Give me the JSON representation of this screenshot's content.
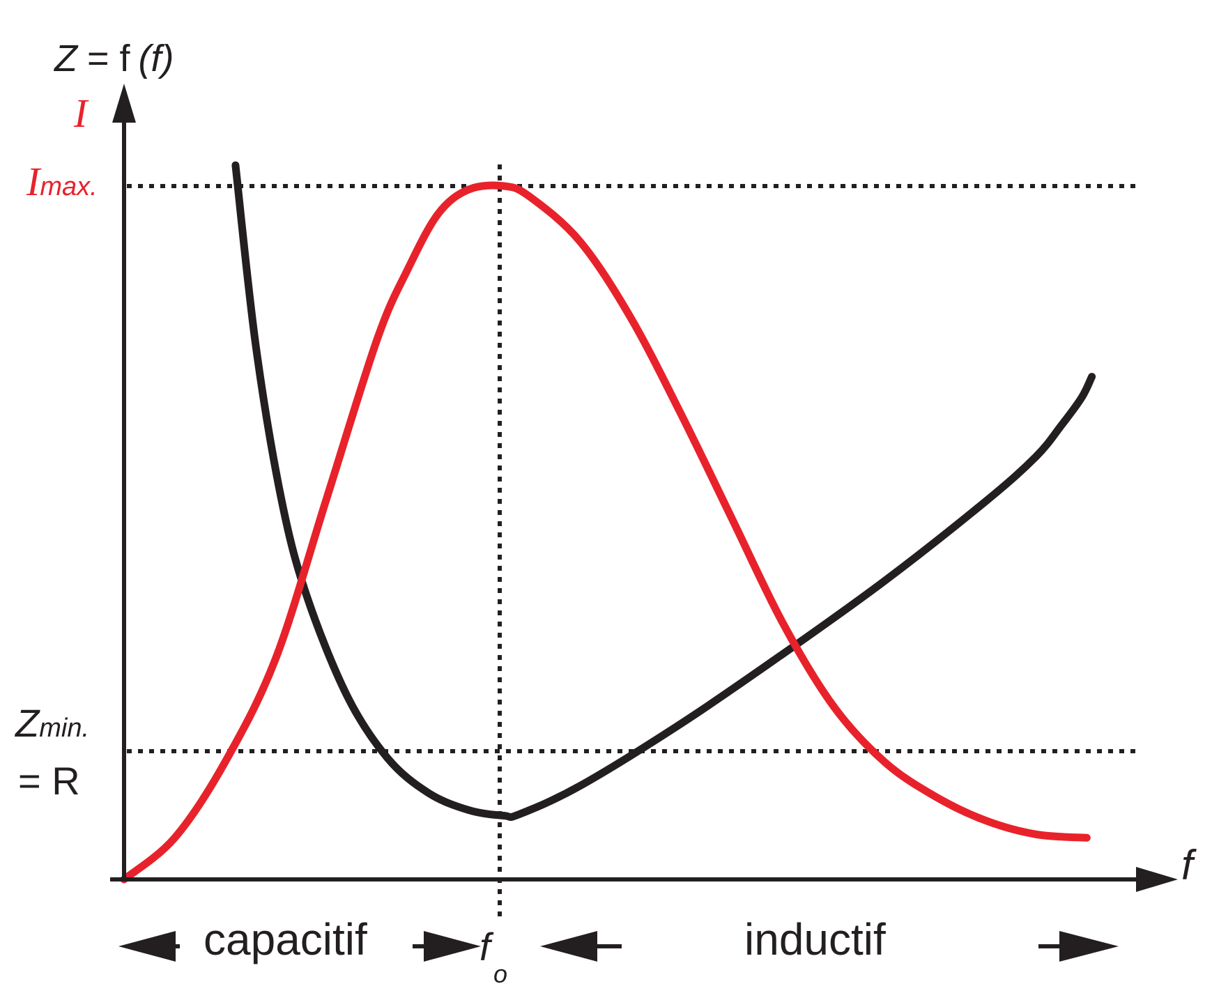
{
  "colors": {
    "impedance": "#231f20",
    "current": "#e8222b",
    "axis": "#231f20",
    "guide": "#231f20"
  },
  "labels": {
    "z_func_z": "Z",
    "z_func_eq": "= f",
    "z_func_arg": "(f)",
    "i_label": "I",
    "imax_main": "I",
    "imax_sub": "max.",
    "zmin_main": "Z",
    "zmin_sub": "min.",
    "eq_r": "= R",
    "f_axis": "f",
    "f0_main": "f",
    "f0_sub": "o",
    "capacitif": "capacitif",
    "inductif": "inductif"
  },
  "chart_data": {
    "type": "line",
    "x_axis_label": "f",
    "y_axis_labels": [
      "Z = f (f)",
      "I"
    ],
    "resonance_label": "fo",
    "reference_lines": {
      "I_max": "Imax.",
      "Z_min": "Zmin. = R",
      "f_resonance": "fo"
    },
    "regions": [
      "capacitif",
      "inductif"
    ],
    "series": [
      {
        "name": "Z",
        "color": "#231f20",
        "points": [
          [
            0.11,
            1.03
          ],
          [
            0.13,
            0.77
          ],
          [
            0.155,
            0.55
          ],
          [
            0.18,
            0.41
          ],
          [
            0.22,
            0.265
          ],
          [
            0.26,
            0.175
          ],
          [
            0.3,
            0.125
          ],
          [
            0.34,
            0.1
          ],
          [
            0.375,
            0.092
          ],
          [
            0.39,
            0.094
          ],
          [
            0.45,
            0.135
          ],
          [
            0.55,
            0.225
          ],
          [
            0.65,
            0.325
          ],
          [
            0.75,
            0.43
          ],
          [
            0.85,
            0.545
          ],
          [
            0.9,
            0.61
          ],
          [
            0.925,
            0.655
          ],
          [
            0.945,
            0.695
          ],
          [
            0.955,
            0.725
          ]
        ]
      },
      {
        "name": "I",
        "color": "#e8222b",
        "points": [
          [
            0.0,
            0.0
          ],
          [
            0.05,
            0.06
          ],
          [
            0.1,
            0.17
          ],
          [
            0.15,
            0.32
          ],
          [
            0.2,
            0.55
          ],
          [
            0.25,
            0.78
          ],
          [
            0.28,
            0.88
          ],
          [
            0.31,
            0.96
          ],
          [
            0.34,
            0.995
          ],
          [
            0.375,
            1.0
          ],
          [
            0.4,
            0.985
          ],
          [
            0.45,
            0.92
          ],
          [
            0.5,
            0.81
          ],
          [
            0.55,
            0.67
          ],
          [
            0.6,
            0.52
          ],
          [
            0.65,
            0.37
          ],
          [
            0.7,
            0.25
          ],
          [
            0.75,
            0.17
          ],
          [
            0.8,
            0.12
          ],
          [
            0.85,
            0.085
          ],
          [
            0.9,
            0.065
          ],
          [
            0.95,
            0.06
          ]
        ]
      }
    ]
  }
}
